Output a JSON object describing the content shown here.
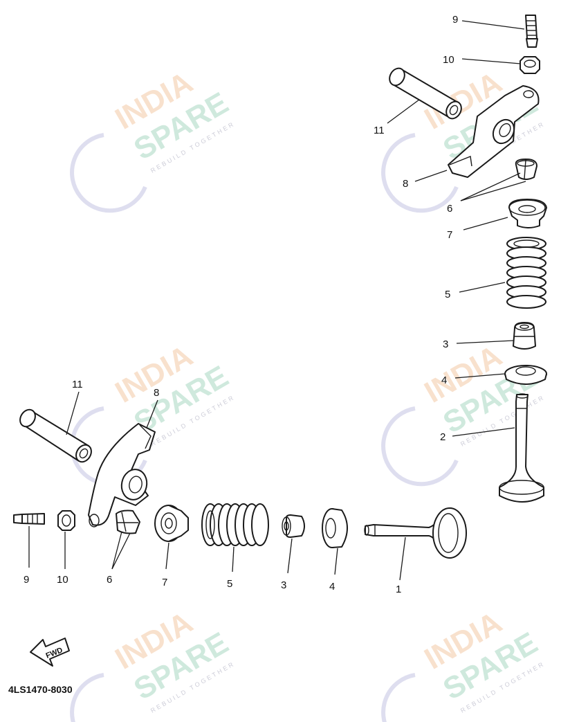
{
  "watermark": {
    "line1": "INDIA",
    "line2": "SPARE",
    "tagline": "REBUILD TOGETHER",
    "colors": {
      "india": "#f4c9a6",
      "spare": "#a8d8c2",
      "mark": "#c8c8e4"
    }
  },
  "diagram_code": "4LS1470-8030",
  "fwd_label": "FWD",
  "callouts": {
    "upper_9": "9",
    "upper_10": "10",
    "upper_11": "11",
    "upper_8": "8",
    "upper_6": "6",
    "upper_7": "7",
    "upper_5": "5",
    "upper_3": "3",
    "upper_4": "4",
    "upper_2": "2",
    "lower_11": "11",
    "lower_8": "8",
    "lower_9": "9",
    "lower_10": "10",
    "lower_6": "6",
    "lower_7": "7",
    "lower_5": "5",
    "lower_3": "3",
    "lower_4": "4",
    "lower_1": "1"
  }
}
